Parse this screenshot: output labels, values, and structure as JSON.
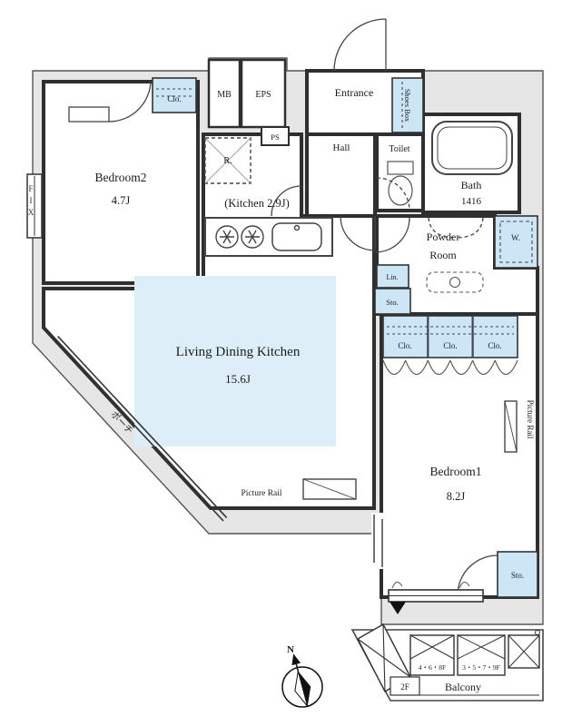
{
  "rooms": {
    "bedroom2": {
      "name": "Bedroom2",
      "size": "4.7J"
    },
    "kitchen": {
      "label": "(Kitchen 2.9J)"
    },
    "ldk": {
      "name": "Living Dining Kitchen",
      "size": "15.6J"
    },
    "bedroom1": {
      "name": "Bedroom1",
      "size": "8.2J"
    },
    "entrance": {
      "label": "Entrance"
    },
    "hall": {
      "label": "Hall"
    },
    "toilet": {
      "label": "Toilet"
    },
    "bath": {
      "name": "Bath",
      "size": "1416"
    },
    "powder_room": {
      "line1": "Powder",
      "line2": "Room"
    },
    "balcony": {
      "label": "Balcony"
    }
  },
  "storage": {
    "closet_bedroom2": "Clo.",
    "shoes_box": "Shoes Box",
    "washer": "W.",
    "linen": "Lin.",
    "hall_storage": "Sto.",
    "closets": [
      "Clo.",
      "Clo.",
      "Clo."
    ],
    "bedroom1_storage": "Sto."
  },
  "utilities": {
    "mb": "MB",
    "eps": "EPS",
    "ps": "PS"
  },
  "features": {
    "fix_window": "FIX",
    "refrigerator": "R.",
    "picture_rail_ldk": "Picture Rail",
    "picture_rail_bedroom1": "Picture Rail",
    "porch": "ポーチ"
  },
  "balcony_area": {
    "floors_a": "4・6・8F",
    "floors_b": "3・5・7・9F",
    "level": "2F"
  },
  "compass": {
    "north": "N"
  },
  "colors": {
    "ldk_highlight": "#ddeef8",
    "storage_fill": "#cde6f5",
    "wall": "#2f2f2f",
    "service_zone": "#e6e6e6"
  }
}
